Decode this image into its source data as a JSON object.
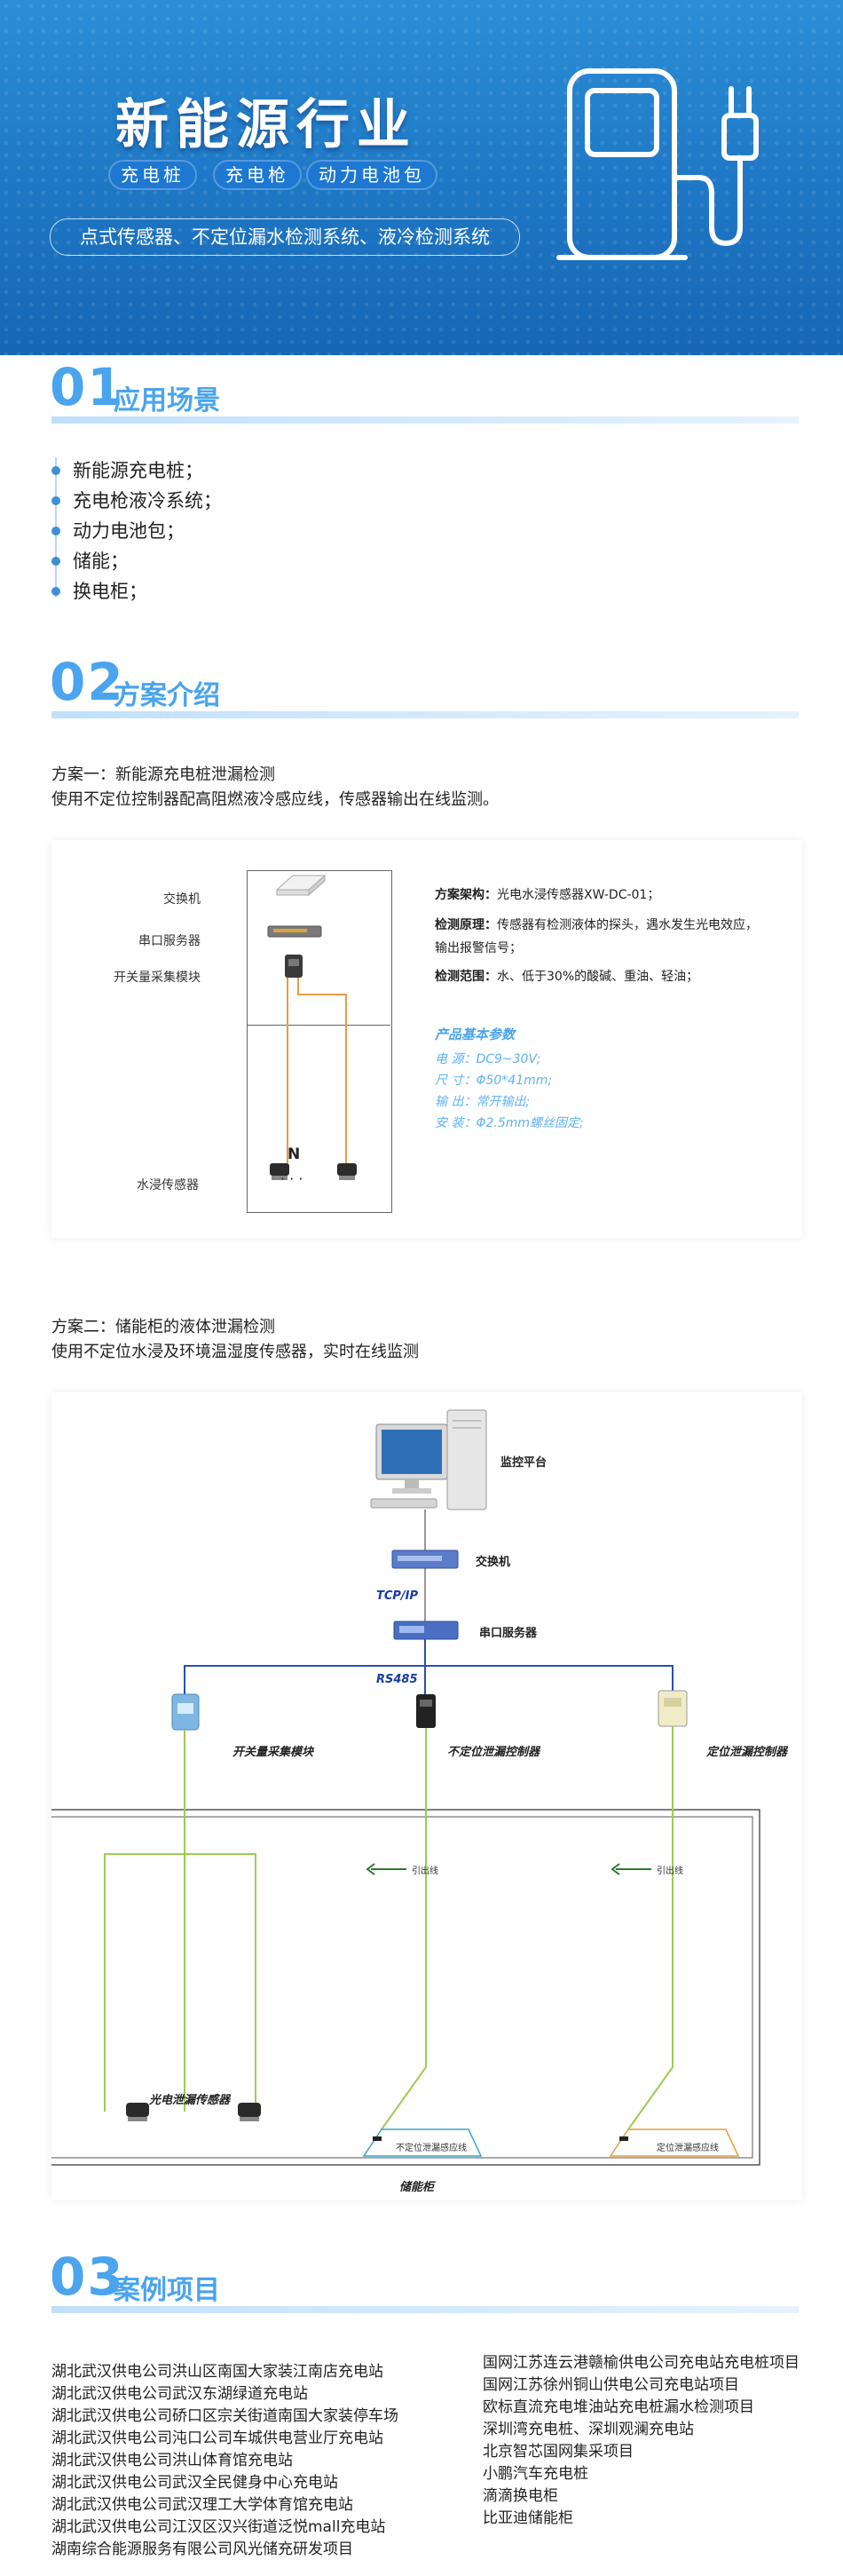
{
  "hero": {
    "title": "新能源行业",
    "pills": [
      "充电桩",
      "充电枪",
      "动力电池包"
    ],
    "subtitle": "点式传感器、不定位漏水检测系统、液冷检测系统"
  },
  "section1": {
    "num": "01",
    "title": "应用场景",
    "items": [
      "新能源充电桩；",
      "充电枪液冷系统；",
      "动力电池包；",
      "储能；",
      "换电柜；"
    ]
  },
  "section2": {
    "num": "02",
    "title": "方案介绍",
    "plan1_title": "方案一：新能源充电桩泄漏检测",
    "plan1_desc": "使用不定位控制器配高阻燃液冷感应线，传感器输出在线监测。",
    "plan2_title": "方案二：储能柜的液体泄漏检测",
    "plan2_desc": "使用不定位水浸及环境温湿度传感器，实时在线监测"
  },
  "scheme1": {
    "labels": [
      "交换机",
      "串口服务器",
      "开关量采集模块",
      "水浸传感器"
    ],
    "n_label": "N",
    "dots": "· · ·",
    "arch_key": "方案架构：",
    "arch_val": "光电水浸传感器XW-DC-01；",
    "principle_key": "检测原理：",
    "principle_val1": "传感器有检测液体的探头，遇水发生光电效应，",
    "principle_val2": "输出报警信号；",
    "range_key": "检测范围：",
    "range_val": "水、低于30%的酸碱、重油、轻油；",
    "params_title": "产品基本参数",
    "params": [
      "电  源：DC9~30V;",
      "尺  寸：Φ50*41mm;",
      "输  出：常开输出;",
      "安  装：Φ2.5mm螺丝固定;"
    ]
  },
  "scheme2": {
    "monitor": "监控平台",
    "switch": "交换机",
    "tcpip": "TCP/IP",
    "serial": "串口服务器",
    "rs485": "RS485",
    "io_module": "开关量采集模块",
    "nonloc_ctrl": "不定位泄漏控制器",
    "loc_ctrl": "定位泄漏控制器",
    "lead1": "引出线",
    "lead2": "引出线",
    "sensor_label": "光电泄漏传感器",
    "cable1": "不定位泄漏感应线",
    "cable2": "定位泄漏感应线",
    "cabinet": "储能柜"
  },
  "section3": {
    "num": "03",
    "title": "案例项目",
    "left": [
      "湖北武汉供电公司洪山区南国大家装江南店充电站",
      "湖北武汉供电公司武汉东湖绿道充电站",
      "湖北武汉供电公司硚口区宗关街道南国大家装停车场",
      "湖北武汉供电公司沌口公司车城供电营业厅充电站",
      "湖北武汉供电公司洪山体育馆充电站",
      "湖北武汉供电公司武汉全民健身中心充电站",
      "湖北武汉供电公司武汉理工大学体育馆充电站",
      "湖北武汉供电公司江汉区汉兴街道泛悦mall充电站",
      "湖南综合能源服务有限公司风光储充研发项目"
    ],
    "right": [
      "国网江苏连云港赣榆供电公司充电站充电桩项目",
      "国网江苏徐州铜山供电公司充电站项目",
      "欧标直流充电堆油站充电桩漏水检测项目",
      "深圳湾充电桩、深圳观澜充电站",
      "北京智芯国网集采项目",
      "小鹏汽车充电桩",
      "滴滴换电柜",
      "比亚迪储能柜"
    ]
  },
  "colors": {
    "accent": "#4aa4ee",
    "hero": "#1e76c4"
  }
}
